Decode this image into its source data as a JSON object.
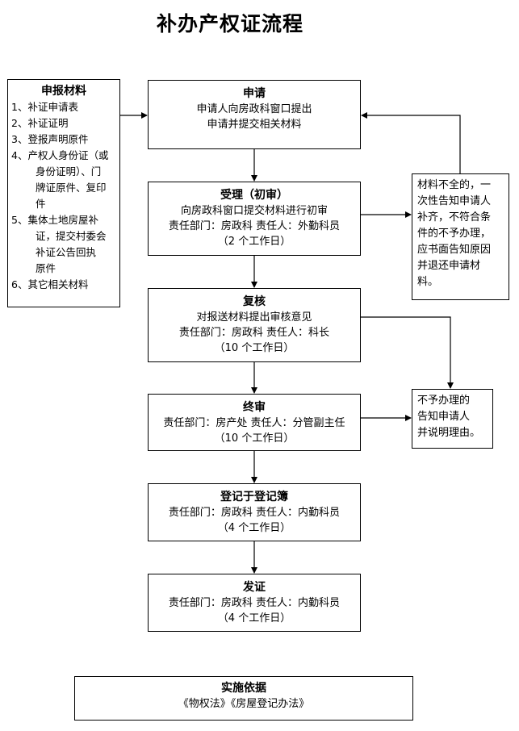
{
  "title": "补办产权证流程",
  "materials": {
    "heading": "申报材料",
    "items": [
      "1、补证申请表",
      "2、补证证明",
      "3、登报声明原件",
      "4、产权人身份证（或",
      "身份证明）、门",
      "牌证原件、复印",
      "件",
      "5、集体土地房屋补",
      "证，提交村委会",
      "补证公告回执",
      "原件",
      "6、其它相关材料"
    ]
  },
  "steps": {
    "apply": {
      "heading": "申请",
      "lines": [
        "申请人向房政科窗口提出",
        "申请并提交相关材料"
      ]
    },
    "accept": {
      "heading": "受理（初审）",
      "lines": [
        "向房政科窗口提交材料进行初审",
        "责任部门：房政科   责任人：外勤科员",
        "（2 个工作日）"
      ]
    },
    "review": {
      "heading": "复核",
      "lines": [
        "对报送材料提出审核意见",
        "责任部门：房政科  责任人：科长",
        "（10 个工作日）"
      ]
    },
    "final": {
      "heading": "终审",
      "lines": [
        "责任部门：房产处  责任人：分管副主任",
        "（10 个工作日）"
      ]
    },
    "register": {
      "heading": "登记于登记簿",
      "lines": [
        "责任部门：房政科  责任人：内勤科员",
        "（4 个工作日）"
      ]
    },
    "issue": {
      "heading": "发证",
      "lines": [
        "责任部门：房政科  责任人：内勤科员",
        "（4 个工作日）"
      ]
    }
  },
  "incomplete_note": {
    "lines": [
      "材料不全的，一",
      "次性告知申请人",
      "补齐，不符合条",
      "件的不予办理，",
      "应书面告知原因",
      "并退还申请材",
      "料。"
    ]
  },
  "reject_note": {
    "lines": [
      "不予办理的",
      "告知申请人",
      "并说明理由。"
    ]
  },
  "basis": {
    "heading": "实施依据",
    "text": "《物权法》《房屋登记办法》"
  }
}
